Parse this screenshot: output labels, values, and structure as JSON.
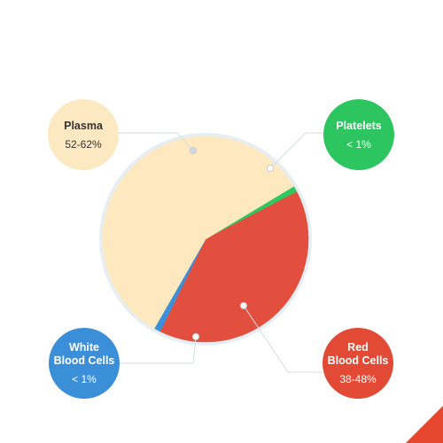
{
  "chart_data": {
    "type": "pie",
    "categories": [
      "Plasma",
      "Platelets",
      "Red Blood Cells",
      "White Blood Cells"
    ],
    "values": [
      57.5,
      1,
      39.5,
      1
    ],
    "value_labels": [
      "52-62%",
      "< 1%",
      "38-48%",
      "< 1%"
    ],
    "colors": [
      "#fde8c0",
      "#2ec760",
      "#e34f3e",
      "#3b90d9"
    ],
    "title": "",
    "legend": "around"
  },
  "callouts": {
    "plasma": {
      "name": "Plasma",
      "pct": "52-62%",
      "color": "#fde9c1",
      "text_color": "#333333"
    },
    "platelets": {
      "name": "Platelets",
      "pct": "< 1%",
      "color": "#2dc55f",
      "text_color": "#ffffff"
    },
    "wbc": {
      "name": "White\nBlood Cells",
      "pct": "< 1%",
      "color": "#3a8fd8",
      "text_color": "#ffffff"
    },
    "rbc": {
      "name": "Red\nBlood Cells",
      "pct": "38-48%",
      "color": "#e24a35",
      "text_color": "#ffffff"
    }
  }
}
